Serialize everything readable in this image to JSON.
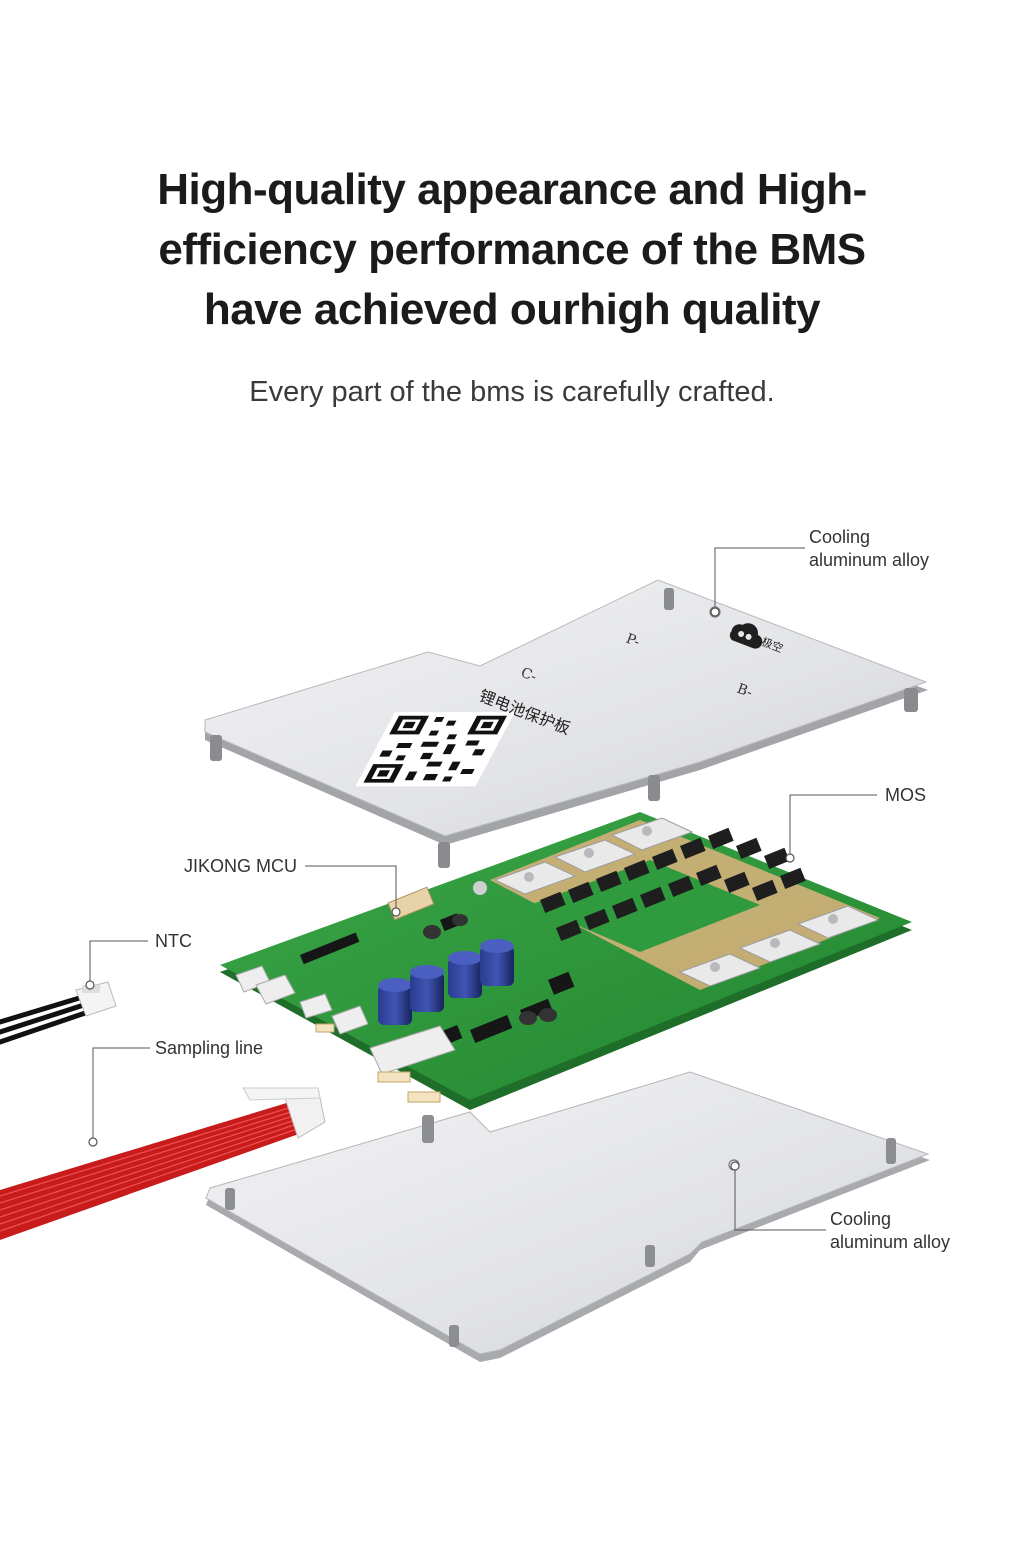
{
  "headline": {
    "line1": "High-quality appearance and High-",
    "line2": "efficiency performance of the BMS",
    "line3": "have achieved ourhigh quality"
  },
  "subtitle": "Every part of the bms is carefully crafted.",
  "callouts": {
    "cooling_top_1": "Cooling",
    "cooling_top_2": "aluminum alloy",
    "mos": "MOS",
    "mcu": "JIKONG MCU",
    "ntc": "NTC",
    "sampling": "Sampling line",
    "cooling_bottom_1": "Cooling",
    "cooling_bottom_2": "aluminum alloy"
  },
  "plate_markings": {
    "p_minus": "P-",
    "c_minus": "C-",
    "b_minus": "B-",
    "chinese_title": "锂电池保护板",
    "logo_text": "极空"
  },
  "colors": {
    "aluminum": "#e6e6e8",
    "aluminum_edge": "#b9babd",
    "pcb_green": "#2f9b3e",
    "copper": "#d4b07a",
    "capacitor": "#1f2f7a",
    "cable_red": "#d82222"
  }
}
